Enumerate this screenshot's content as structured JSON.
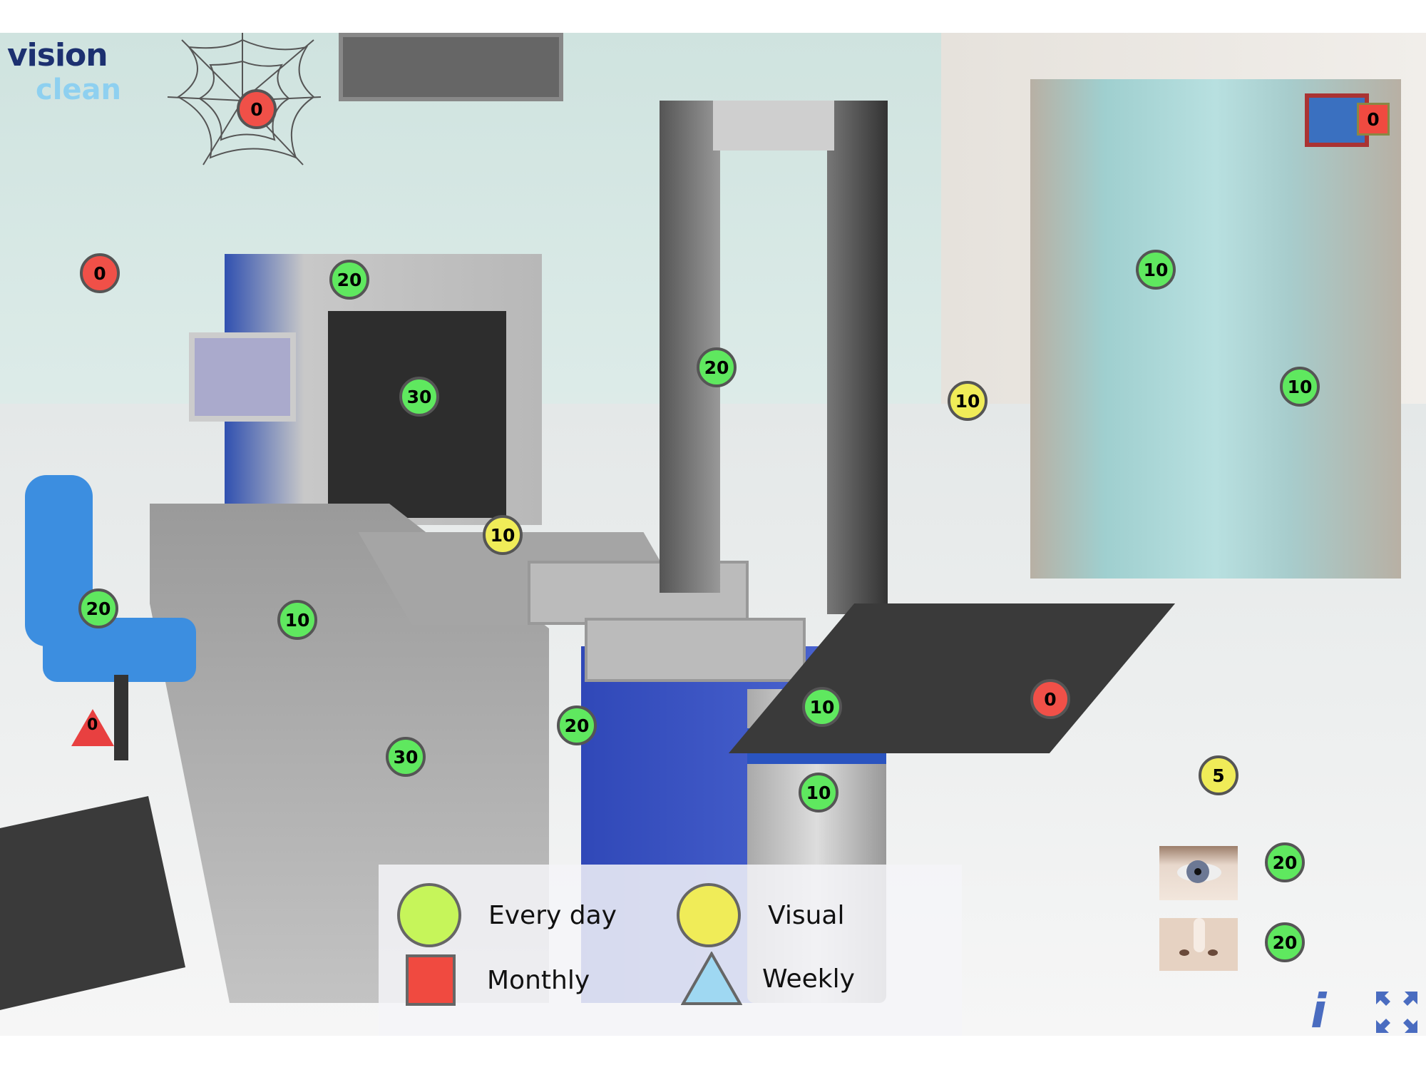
{
  "logo": {
    "line1": "vision",
    "line2": "clean"
  },
  "markers": [
    {
      "value": "0",
      "type": "monthly-circle-red"
    },
    {
      "value": "0",
      "type": "red"
    },
    {
      "value": "20",
      "type": "green"
    },
    {
      "value": "30",
      "type": "green"
    },
    {
      "value": "20",
      "type": "green"
    },
    {
      "value": "10",
      "type": "yellow"
    },
    {
      "value": "10",
      "type": "green"
    },
    {
      "value": "10",
      "type": "green"
    },
    {
      "value": "0",
      "type": "square"
    },
    {
      "value": "10",
      "type": "yellow"
    },
    {
      "value": "20",
      "type": "green"
    },
    {
      "value": "10",
      "type": "green"
    },
    {
      "value": "0",
      "type": "triangle"
    },
    {
      "value": "30",
      "type": "green"
    },
    {
      "value": "20",
      "type": "green"
    },
    {
      "value": "10",
      "type": "green"
    },
    {
      "value": "10",
      "type": "green"
    },
    {
      "value": "0",
      "type": "red"
    },
    {
      "value": "5",
      "type": "yellow"
    },
    {
      "value": "20",
      "type": "green"
    },
    {
      "value": "20",
      "type": "green"
    }
  ],
  "legend": {
    "every_day": "Every day",
    "visual": "Visual",
    "monthly": "Monthly",
    "weekly": "Weekly"
  },
  "controls": {
    "info": "i"
  },
  "colors": {
    "every_day": "#c6f55a",
    "visual": "#f0ec58",
    "monthly": "#f04a40",
    "weekly": "#9fd8f2"
  }
}
